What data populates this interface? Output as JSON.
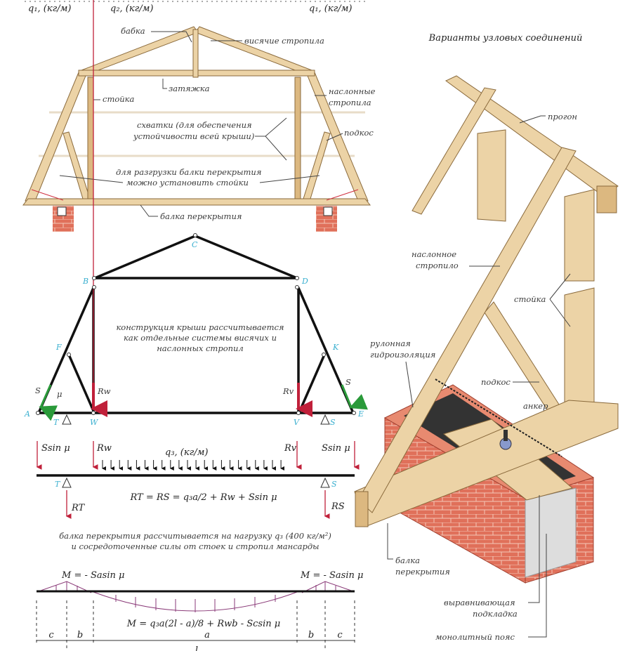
{
  "top_truss": {
    "loads": [
      "q₁, (кг/м)",
      "q₂, (кг/м)",
      "q₁, (кг/м)"
    ],
    "labels": {
      "babka": "бабка",
      "hanging_rafters": "висячие стропила",
      "tie": "затяжка",
      "post": "стойка",
      "layered_rafters_1": "наслонные",
      "layered_rafters_2": "стропила",
      "braces_1": "схватки (для обеспечения",
      "braces_2": "устойчивости всей крыши)",
      "strut": "подкос",
      "unload_1": "для разгрузки балки перекрытия",
      "unload_2": "можно установить стойки",
      "floor_beam": "балка перекрытия"
    }
  },
  "scheme": {
    "points": {
      "A": "A",
      "B": "B",
      "C": "C",
      "D": "D",
      "E": "E",
      "F": "F",
      "K": "K",
      "T": "T",
      "W": "W",
      "V": "V",
      "S": "S"
    },
    "forces": {
      "rw": "Rw",
      "rv": "Rv",
      "s": "S",
      "mu": "μ"
    },
    "note_1": "конструкция крыши рассчитывается",
    "note_2": "как отдельные системы висячих и",
    "note_3": "наслонных стропил"
  },
  "beam": {
    "ssin_left": "Ssin μ",
    "ssin_right": "Ssin μ",
    "rw": "Rw",
    "rv": "Rv",
    "q3": "q₃, (кг/м)",
    "t": "T",
    "s": "S",
    "rt": "RT",
    "rs": "RS",
    "formula": "RT = RS = q₃a/2 + Rw + Ssin μ",
    "note_1": "балка перекрытия рассчитывается на  нагрузку q₃ (400 кг/м²)",
    "note_2": "и сосредоточенные силы от стоек и стропил мансарды",
    "q3_value_kg_m2": 400
  },
  "moment": {
    "left": "M = - Sasin μ",
    "right": "M = - Sasin μ",
    "formula": "M = q₃a(2l - a)/8 + Rwb - Scsin μ",
    "dims": [
      "c",
      "b",
      "a",
      "b",
      "c"
    ],
    "l": "l"
  },
  "joints": {
    "title": "Варианты узловых соединений",
    "purlin": "прогон",
    "rafter_1": "наслонное",
    "rafter_2": "стропило",
    "post": "стойка",
    "roll_1": "рулонная",
    "roll_2": "гидроизоляция",
    "strut": "подкос",
    "anchor": "анкер",
    "beam_1": "балка",
    "beam_2": "перекрытия",
    "pad_1": "выравнивающая",
    "pad_2": "подкладка",
    "belt": "монолитный пояс"
  },
  "colors": {
    "wood": "#ecd3a6",
    "brick": "#e0705a",
    "force": "#c0203a",
    "point": "#3bb0d0",
    "moment": "#8a3a78"
  }
}
